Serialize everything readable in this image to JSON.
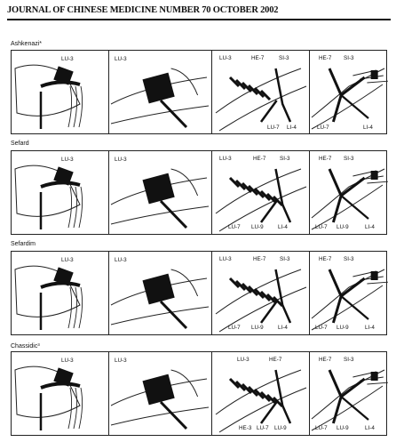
{
  "header": {
    "title": "JOURNAL OF CHINESE MEDICINE NUMBER 70 OCTOBER 2002"
  },
  "sections": [
    {
      "name": "Ashkenazi*",
      "panels": [
        {
          "labels": [
            "LU-3"
          ]
        },
        {
          "labels": [
            "LU-3"
          ]
        },
        {
          "labels": [
            "LU-3",
            "HE-7",
            "SI-3",
            "LU-7",
            "LI-4"
          ]
        },
        {
          "labels": [
            "HE-7",
            "SI-3",
            "LU-7",
            "LI-4"
          ]
        }
      ]
    },
    {
      "name": "Sefard",
      "panels": [
        {
          "labels": [
            "LU-3"
          ]
        },
        {
          "labels": [
            "LU-3"
          ]
        },
        {
          "labels": [
            "LU-3",
            "HE-7",
            "SI-3",
            "LU-7",
            "LU-9",
            "LI-4"
          ]
        },
        {
          "labels": [
            "HE-7",
            "SI-3",
            "LU-7",
            "LU-9",
            "LI-4"
          ]
        }
      ]
    },
    {
      "name": "Sefardim",
      "panels": [
        {
          "labels": [
            "LU-3"
          ]
        },
        {
          "labels": [
            "LU-3"
          ]
        },
        {
          "labels": [
            "LU-3",
            "HE-7",
            "SI-3",
            "LU-7",
            "LU-9",
            "LI-4"
          ]
        },
        {
          "labels": [
            "HE-7",
            "SI-3",
            "LU-7",
            "LU-9",
            "LI-4"
          ]
        }
      ]
    },
    {
      "name": "Chassidic³",
      "panels": [
        {
          "labels": [
            "LU-3"
          ]
        },
        {
          "labels": [
            "LU-3"
          ]
        },
        {
          "labels": [
            "LU-3",
            "HE-7",
            "HE-3",
            "LU-7",
            "LU-9"
          ]
        },
        {
          "labels": [
            "HE-7",
            "SI-3",
            "LU-7",
            "LU-9",
            "LI-4"
          ]
        }
      ]
    }
  ]
}
